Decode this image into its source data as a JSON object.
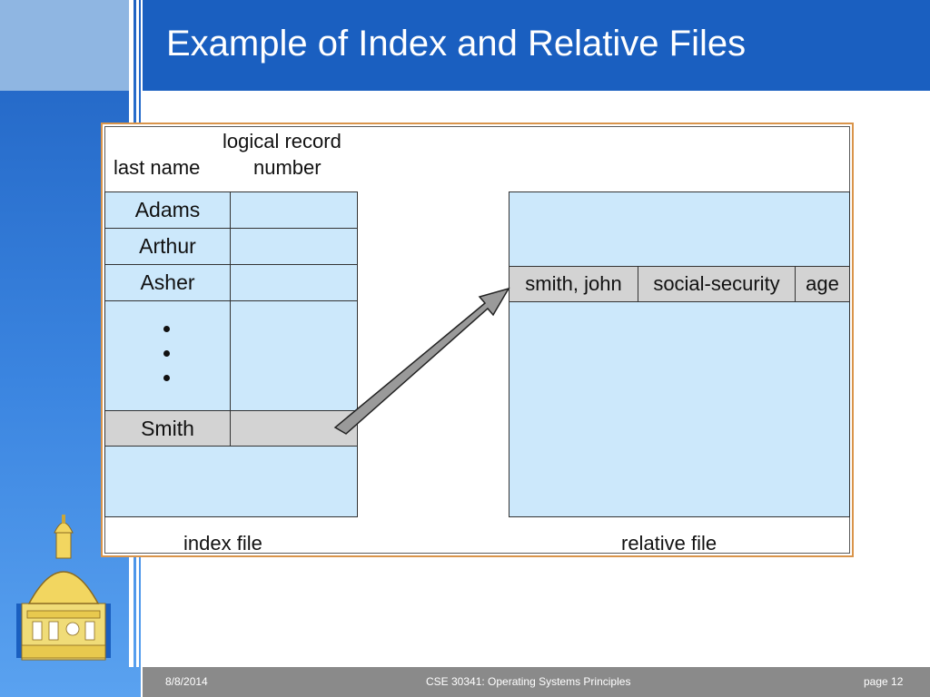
{
  "slide": {
    "title": "Example of Index and Relative Files"
  },
  "index_file": {
    "header_name": "last name",
    "header_record_line1": "logical record",
    "header_record_line2": "number",
    "rows": [
      "Adams",
      "Arthur",
      "Asher"
    ],
    "ellipsis": [
      "•",
      "•",
      "•"
    ],
    "highlight_row": "Smith",
    "caption": "index file"
  },
  "relative_file": {
    "record_fields": [
      "smith, john",
      "social-security",
      "age"
    ],
    "caption": "relative file"
  },
  "footer": {
    "date": "8/8/2014",
    "course": "CSE 30341: Operating Systems Principles",
    "page": "page 12"
  },
  "colors": {
    "title_bar": "#1a5fc0",
    "table_fill": "#cce8fb",
    "highlight_fill": "#d3d3d3",
    "frame_border": "#d9944a",
    "footer_bar": "#8a8a8a"
  }
}
